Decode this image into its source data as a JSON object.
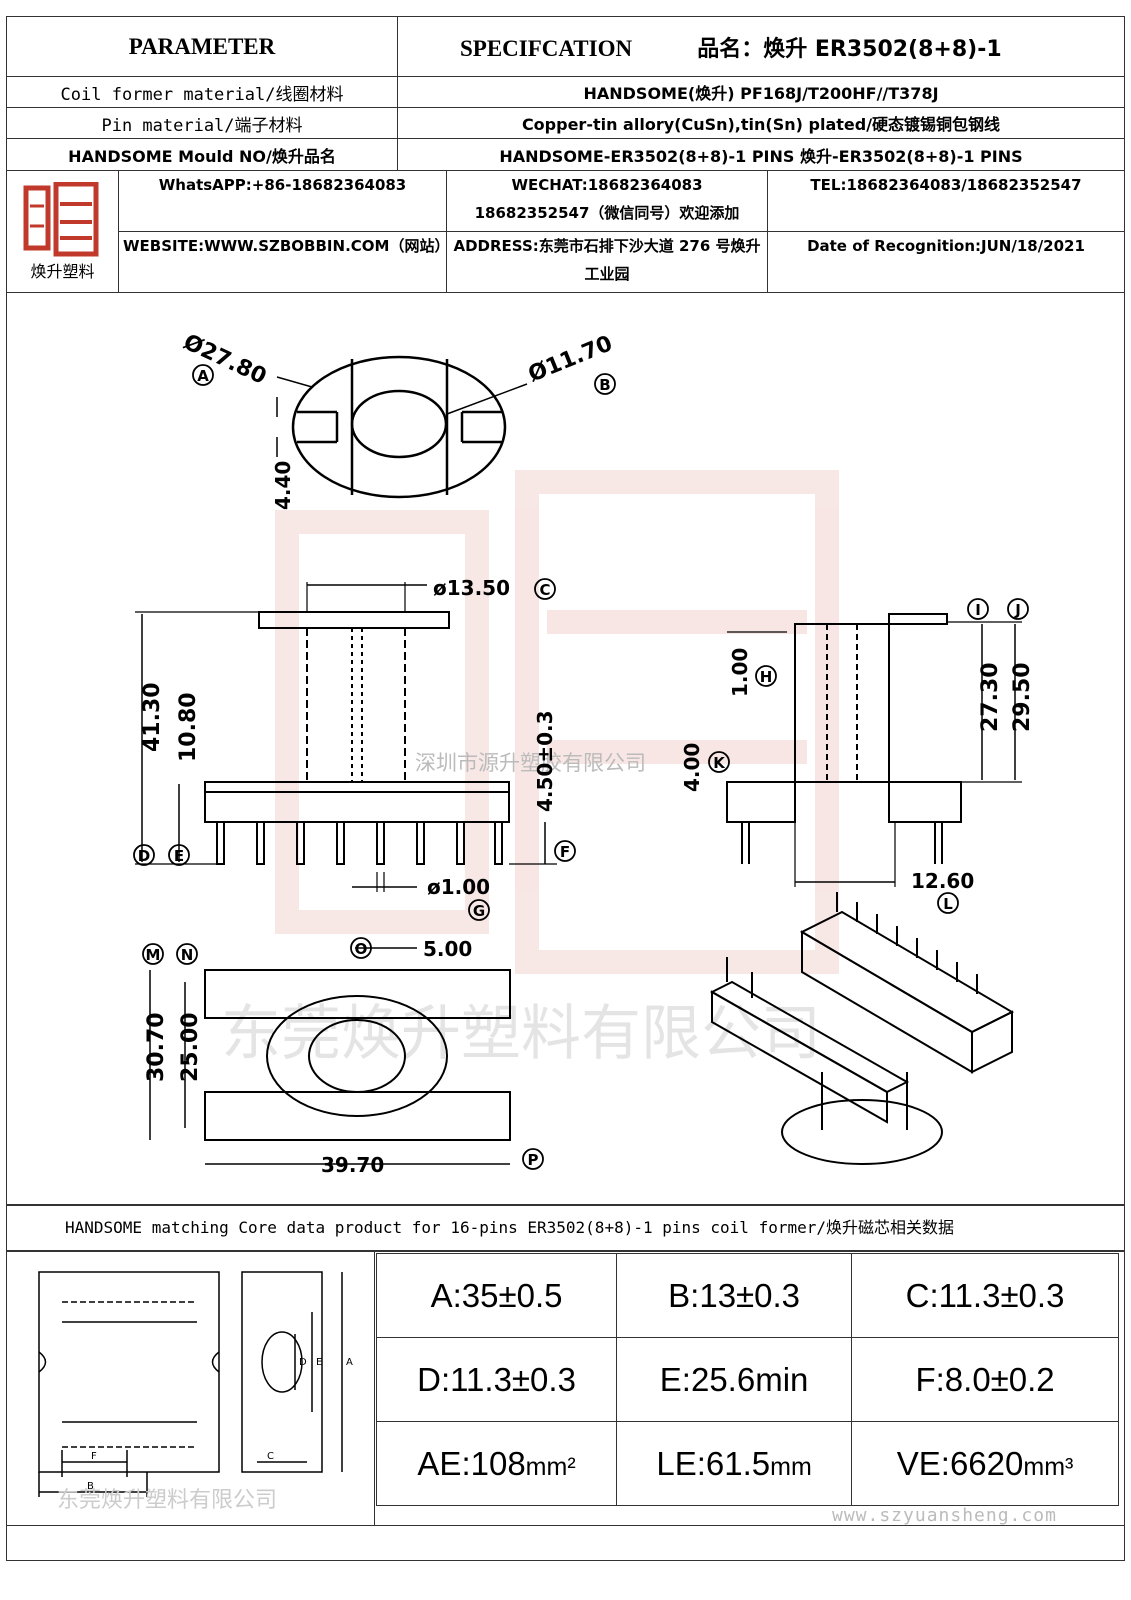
{
  "header": {
    "parameter": "PARAMETER",
    "specification": "SPECIFCATION",
    "product_name": "品名：焕升 ER3502(8+8)-1"
  },
  "rows": [
    {
      "label": "Coil former material/线圈材料",
      "value": "HANDSOME(焕升)  PF168J/T200HF//T378J"
    },
    {
      "label": "Pin material/端子材料",
      "value": "Copper-tin allory(CuSn),tin(Sn) plated/硬态镀锡铜包钢线"
    },
    {
      "label": "HANDSOME Mould NO/焕升品名",
      "value": "HANDSOME-ER3502(8+8)-1 PINS   焕升-ER3502(8+8)-1 PINS"
    }
  ],
  "contact": {
    "logo_text": "焕升塑料",
    "whatsapp": "WhatsAPP:+86-18682364083",
    "wechat_line1": "WECHAT:18682364083",
    "wechat_line2": "18682352547（微信同号）欢迎添加",
    "tel": "TEL:18682364083/18682352547",
    "website": "WEBSITE:WWW.SZBOBBIN.COM（网站）",
    "address": "ADDRESS:东莞市石排下沙大道 276 号焕升工业园",
    "date": "Date of Recognition:JUN/18/2021"
  },
  "drawing": {
    "dim_A": "Ø27.80",
    "dim_B": "Ø11.70",
    "dim_440": "4.40",
    "dim_C": "ø13.50",
    "dim_4130": "41.30",
    "dim_1080": "10.80",
    "dim_450": "4.50±0.3",
    "dim_G": "ø1.00",
    "dim_H": "1.00",
    "dim_K": "4.00",
    "dim_2730": "27.30",
    "dim_2950": "29.50",
    "dim_L": "12.60",
    "dim_O": "5.00",
    "dim_3070": "30.70",
    "dim_2500": "25.00",
    "dim_P": "39.70",
    "labels": [
      "A",
      "B",
      "C",
      "D",
      "E",
      "F",
      "G",
      "H",
      "I",
      "J",
      "K",
      "L",
      "M",
      "N",
      "O",
      "P"
    ],
    "watermark1": "深圳市源升塑胶有限公司",
    "watermark2": "东莞焕升塑料有限公司"
  },
  "caption": "HANDSOME matching Core data  product for 16-pins ER3502(8+8)-1 pins coil former/焕升磁芯相关数据",
  "core_labels": {
    "d": "D",
    "e": "E",
    "a": "A",
    "f": "F",
    "b": "B",
    "c": "C"
  },
  "core_watermark": "东莞焕升塑料有限公司",
  "core_data": [
    [
      "A:35±0.5",
      "B:13±0.3",
      "C:11.3±0.3"
    ],
    [
      "D:11.3±0.3",
      "E:25.6min",
      "F:8.0±0.2"
    ]
  ],
  "core_units": [
    {
      "label": "AE:108",
      "unit": "mm²"
    },
    {
      "label": "LE:61.5",
      "unit": "mm"
    },
    {
      "label": "VE:6620",
      "unit": "mm³"
    }
  ],
  "website_footer": "www.szyuansheng.com"
}
